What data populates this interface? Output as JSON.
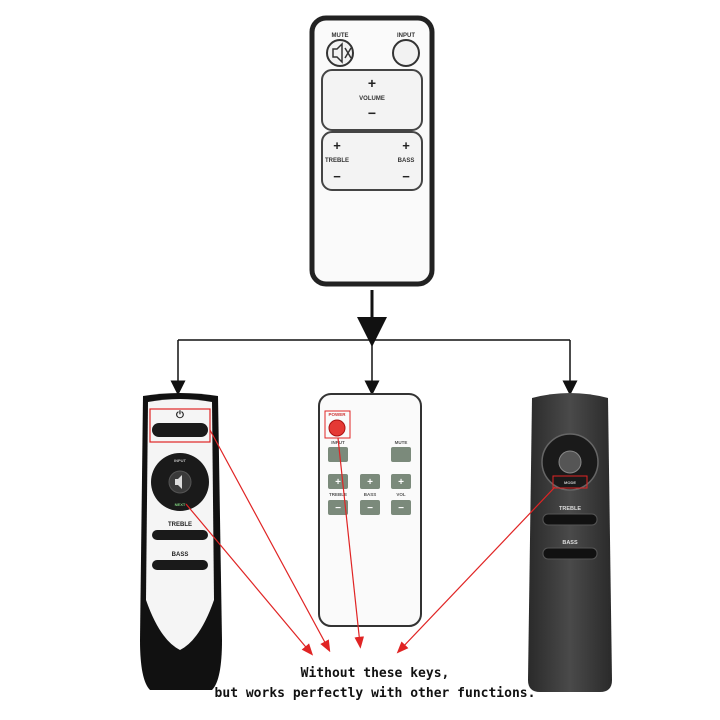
{
  "top_remote": {
    "mute_label": "MUTE",
    "input_label": "INPUT",
    "volume_label": "VOLUME",
    "treble_label": "TREBLE",
    "bass_label": "BASS",
    "plus": "+",
    "minus": "−"
  },
  "left_remote": {
    "input_label": "INPUT",
    "next_label": "NEXT",
    "treble_label": "TREBLE",
    "bass_label": "BASS",
    "power_symbol": "⏻"
  },
  "middle_remote": {
    "power_label": "POWER",
    "input_label": "INPUT",
    "mute_label": "MUTE",
    "treble_label": "TREBLE",
    "bass_label": "BASS",
    "vol_label": "VOL"
  },
  "right_remote": {
    "mode_label": "MODE",
    "treble_label": "TREBLE",
    "bass_label": "BASS"
  },
  "caption": {
    "line1": "Without these keys,",
    "line2": "but works perfectly with other functions."
  },
  "colors": {
    "arrow_red": "#e02424",
    "power_red": "#e53935"
  }
}
